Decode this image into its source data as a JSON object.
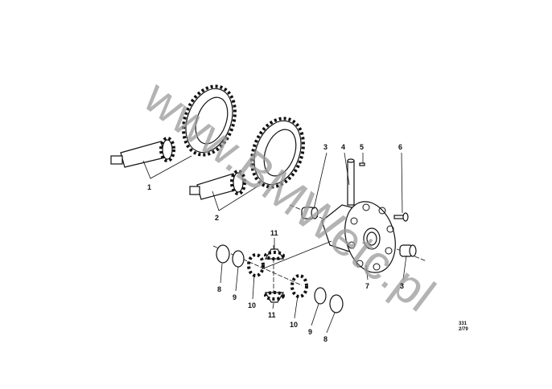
{
  "diagram": {
    "watermark": "www.BMWetc.pl",
    "callouts": {
      "c1": "1",
      "c2": "2",
      "c3a": "3",
      "c4": "4",
      "c5": "5",
      "c6": "6",
      "c7": "7",
      "c3b": "3",
      "c11a": "11",
      "c8a": "8",
      "c9a": "9",
      "c10a": "10",
      "c11b": "11",
      "c10b": "10",
      "c9b": "9",
      "c8b": "8"
    },
    "ref_code": "331",
    "ref_date": "2/79"
  }
}
